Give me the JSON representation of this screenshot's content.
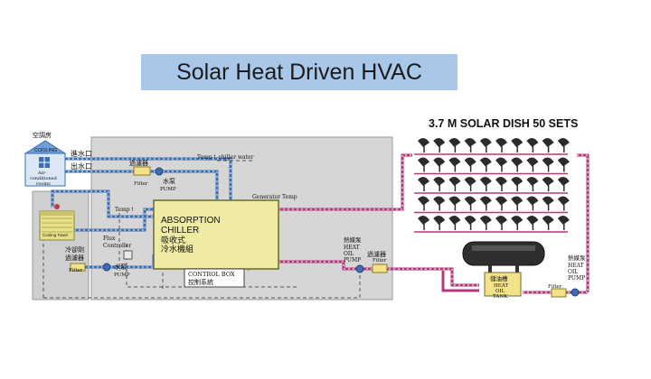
{
  "slide": {
    "title": "Solar Heat Driven HVAC"
  },
  "diagram": {
    "dish_field_title": "3.7 M SOLAR DISH 50 SETS",
    "room": {
      "header": "空調房",
      "cooling_tag": "COOLING",
      "label_line1": "Air-",
      "label_line2": "conditioned",
      "label_line3": "rooms"
    },
    "water_in": "進水口",
    "water_out": "出水口",
    "filter_top_zh": "過濾器",
    "filter_top_en": "Filter",
    "pump_top_zh": "水泵",
    "pump_top_en": "PUMP",
    "temp_chiller_water": "Temp↑ chiller water",
    "generator_temp": "Generator Temp",
    "temp_left": "Temp↑",
    "chiller": {
      "line1": "ABSORPTION",
      "line2": "CHILLER",
      "line3": "吸收式",
      "line4": "冷水機組"
    },
    "cooling_tower": {
      "label": "Cooling Tower",
      "filter_zh_line1": "冷卻劑",
      "filter_zh_line2": "過濾器",
      "filter_en": "Filter"
    },
    "flux_controller_line1": "Flux",
    "flux_controller_line2": "Controller",
    "pump_bottom_zh": "水泵",
    "pump_bottom_en": "PUMP",
    "control_box_en": "CONTROL BOX",
    "control_box_zh": "控制系統",
    "heat_oil_pump_mid": {
      "zh": "熱媒泵",
      "en1": "HEAT",
      "en2": "OIL",
      "en3": "PUMP"
    },
    "filter_mid_zh": "過濾器",
    "filter_mid_en": "Filter",
    "tank": {
      "zh": "儲油槽",
      "en1": "HEAT",
      "en2": "OIL",
      "en3": "TANK"
    },
    "filter_right_en": "Filter",
    "heat_oil_pump_right": {
      "zh": "熱媒泵",
      "en1": "HEAT",
      "en2": "OIL",
      "en3": "PUMP"
    }
  },
  "colors": {
    "banner": "#a9c7e8",
    "system_bg": "#d6d6d6",
    "chiller_fill": "#efeaa4",
    "tower_fill": "#e6e08a",
    "pipe_blue": "#3d6fb0",
    "pipe_magenta": "#b23a78",
    "room_blue": "#6f9fd8"
  }
}
